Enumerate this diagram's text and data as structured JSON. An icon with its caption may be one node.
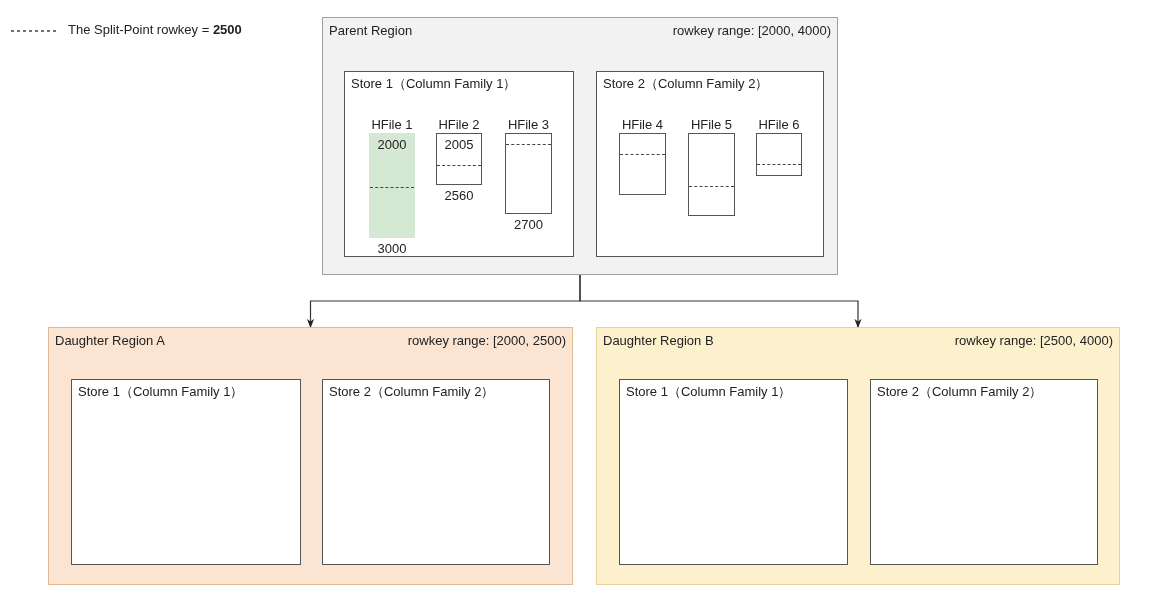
{
  "diagram": {
    "nodes": [
      {
        "text": [
          "Parent Region",
          "rowkey range: [2000, 4000)"
        ]
      },
      {
        "text": [
          "Store 1（Column Family 1）"
        ],
        "in": 0
      },
      {
        "text": [
          "Store 2（Column Family 2）"
        ],
        "in": 0
      },
      {
        "text": [
          "HFile 1",
          "2000",
          "3000"
        ],
        "in": 1
      },
      {
        "text": [
          "HFile 2",
          "2005",
          "2560"
        ],
        "in": 1
      },
      {
        "text": [
          "HFile 3",
          "2700"
        ],
        "in": 1
      },
      {
        "text": [
          "HFile 4"
        ],
        "in": 2
      },
      {
        "text": [
          "HFile 5"
        ],
        "in": 2
      },
      {
        "text": [
          "HFile 6"
        ],
        "in": 2
      },
      {
        "text": [
          "Daughter Region A",
          "rowkey range: [2000, 2500)"
        ]
      },
      {
        "text": [
          "Store 1（Column Family 1）"
        ],
        "in": 9
      },
      {
        "text": [
          "Store 2（Column Family 2）"
        ],
        "in": 9
      },
      {
        "text": [
          "Daughter Region B",
          "rowkey range: [2500, 4000)"
        ]
      },
      {
        "text": [
          "Store 1（Column Family 1）"
        ],
        "in": 12
      },
      {
        "text": [
          "Store 2（Column Family 2）"
        ],
        "in": 12
      }
    ],
    "edges": [
      {
        "from": 0,
        "to": 9,
        "arrow": "to"
      },
      {
        "from": 0,
        "to": 12,
        "arrow": "to"
      }
    ],
    "legend": [
      {
        "text": "The Split-Point rowkey = **2500**"
      }
    ]
  }
}
